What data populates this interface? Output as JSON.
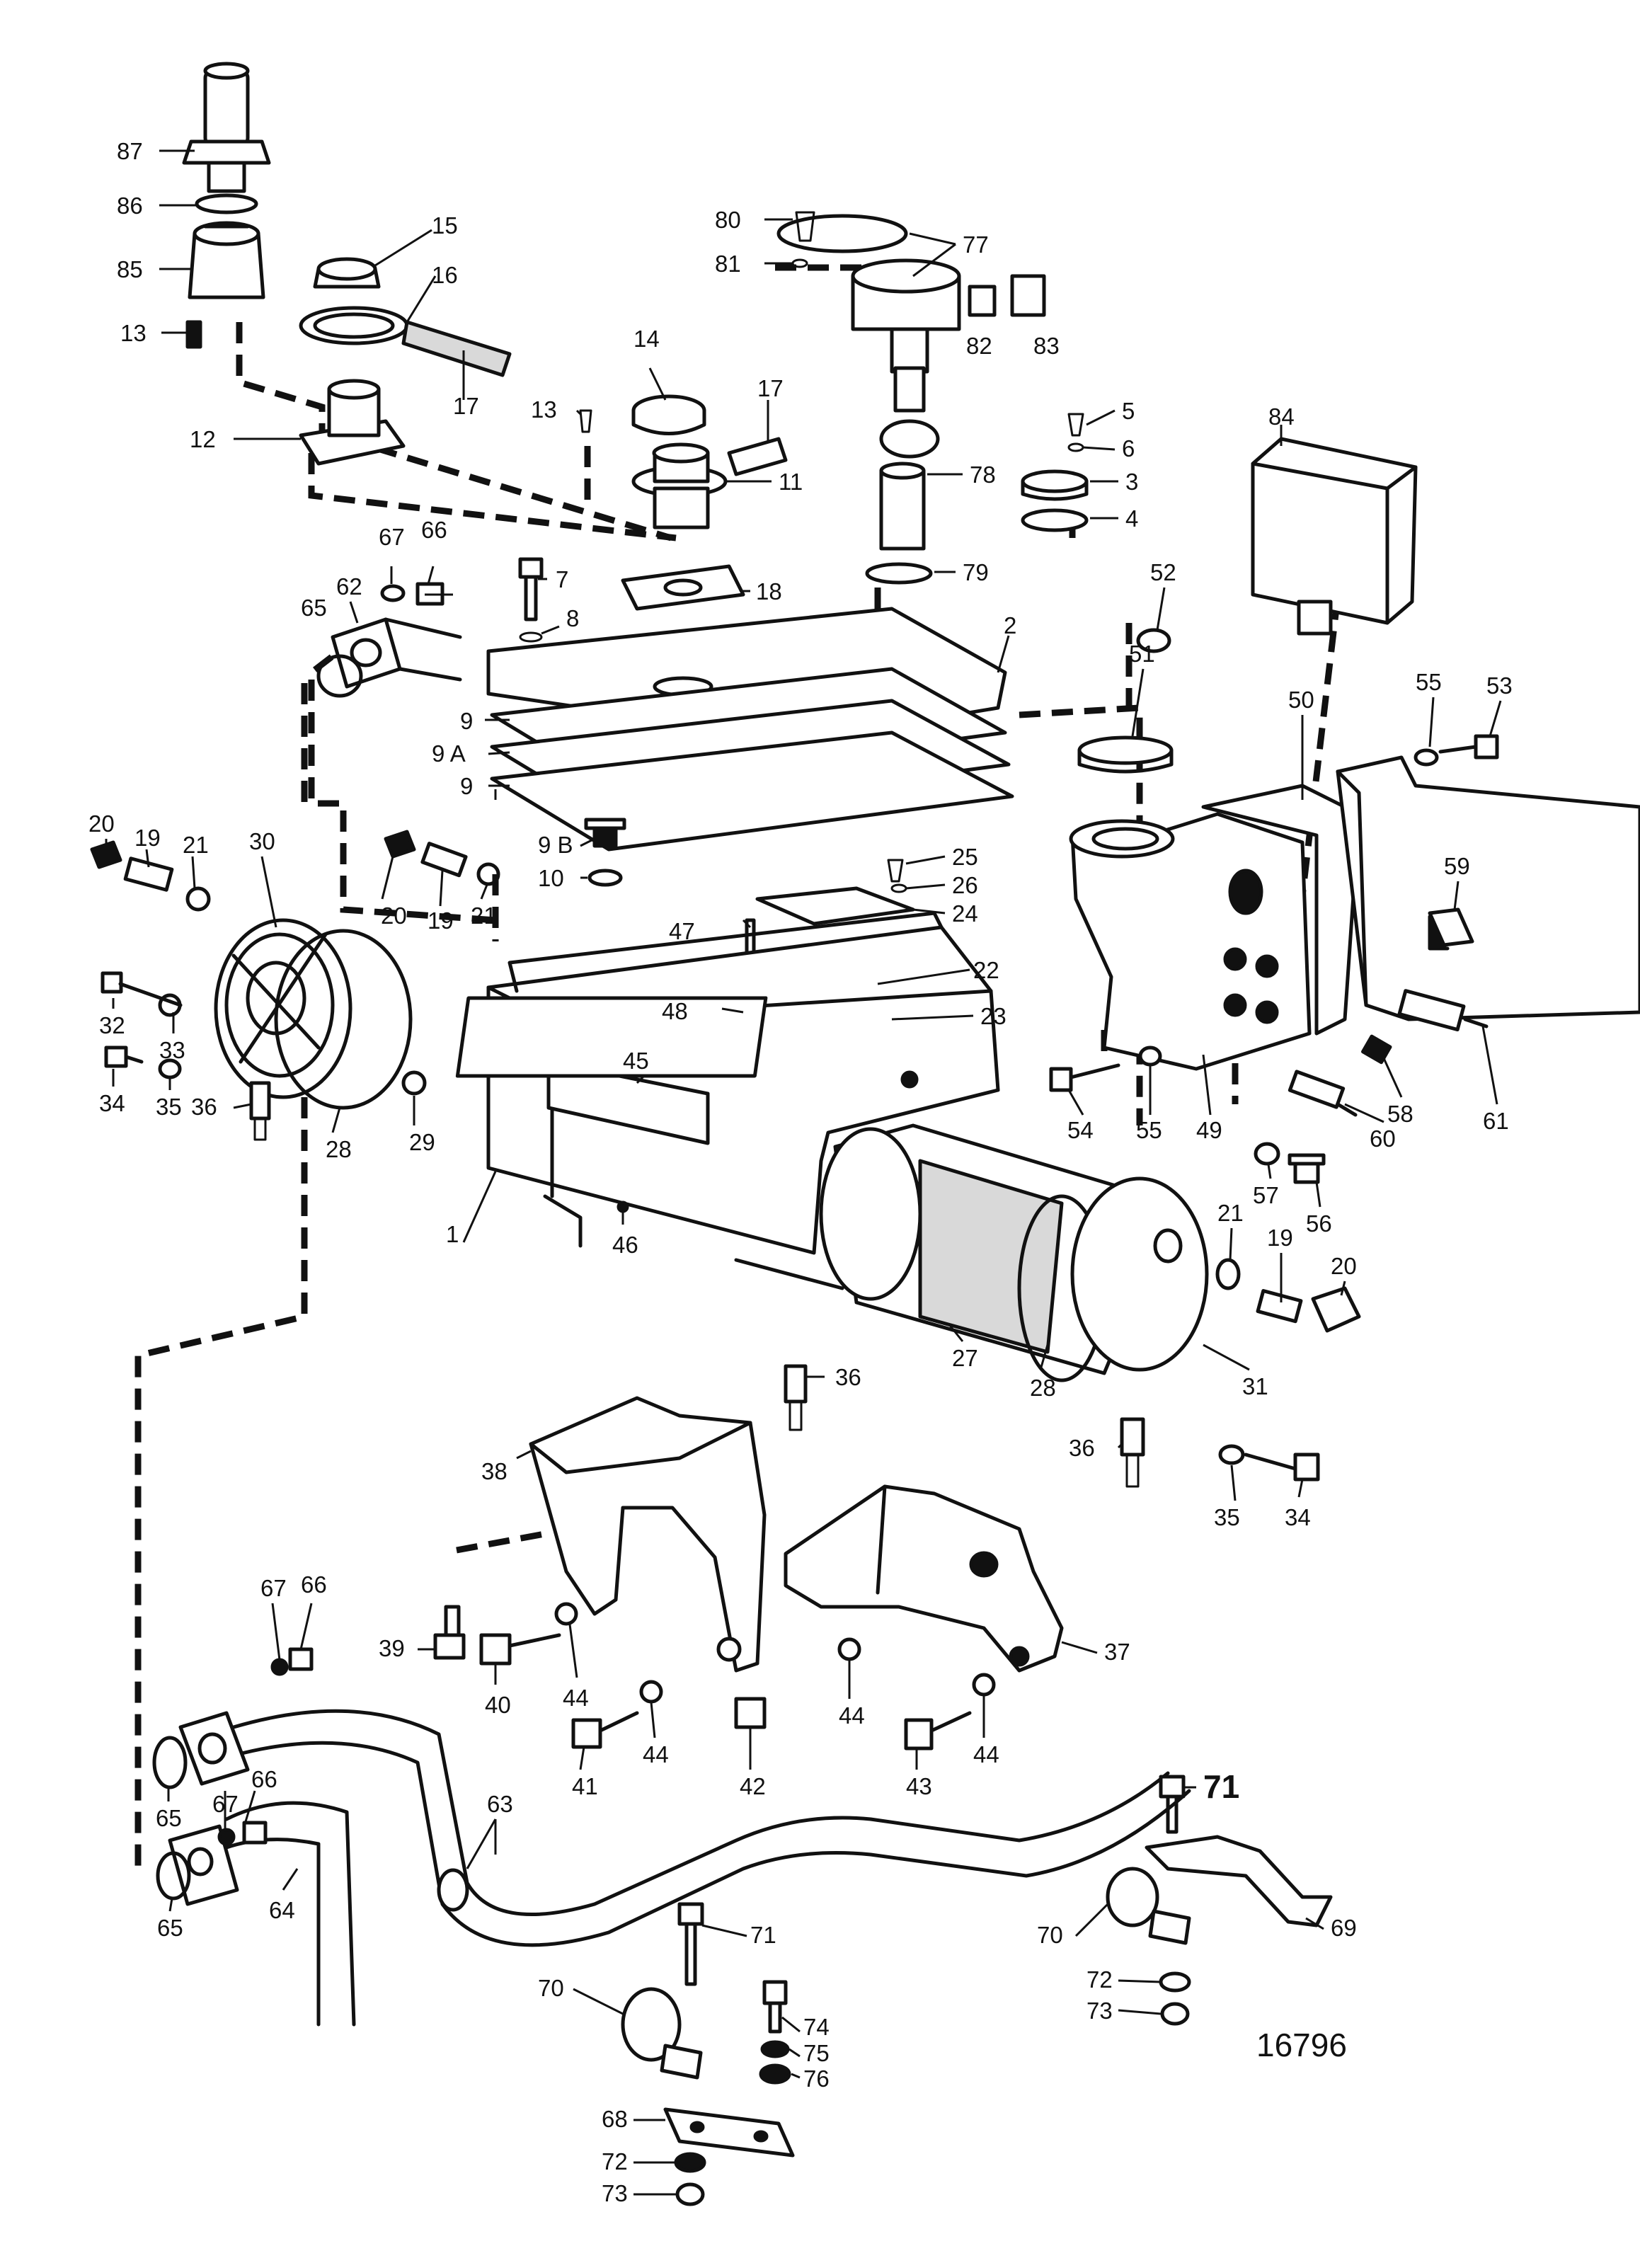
{
  "diagram_number": "16796",
  "callouts": {
    "c1": "1",
    "c2": "2",
    "c3": "3",
    "c4": "4",
    "c5": "5",
    "c6": "6",
    "c7": "7",
    "c8": "8",
    "c9": "9",
    "c9a": "9 A",
    "c9b": "9 B",
    "c10": "10",
    "c11": "11",
    "c12": "12",
    "c13": "13",
    "c14": "14",
    "c15": "15",
    "c16": "16",
    "c17": "17",
    "c18": "18",
    "c19": "19",
    "c20": "20",
    "c21": "21",
    "c22": "22",
    "c23": "23",
    "c24": "24",
    "c25": "25",
    "c26": "26",
    "c27": "27",
    "c28": "28",
    "c29": "29",
    "c30": "30",
    "c31": "31",
    "c32": "32",
    "c33": "33",
    "c34": "34",
    "c35": "35",
    "c36": "36",
    "c37": "37",
    "c38": "38",
    "c39": "39",
    "c40": "40",
    "c41": "41",
    "c42": "42",
    "c43": "43",
    "c44": "44",
    "c45": "45",
    "c46": "46",
    "c47": "47",
    "c48": "48",
    "c49": "49",
    "c50": "50",
    "c51": "51",
    "c52": "52",
    "c53": "53",
    "c54": "54",
    "c55": "55",
    "c56": "56",
    "c57": "57",
    "c58": "58",
    "c59": "59",
    "c60": "60",
    "c61": "61",
    "c62": "62",
    "c63": "63",
    "c64": "64",
    "c65": "65",
    "c66": "66",
    "c67": "67",
    "c68": "68",
    "c69": "69",
    "c70": "70",
    "c71": "71",
    "c72": "72",
    "c73": "73",
    "c74": "74",
    "c75": "75",
    "c76": "76",
    "c77": "77",
    "c78": "78",
    "c79": "79",
    "c80": "80",
    "c81": "81",
    "c82": "82",
    "c83": "83",
    "c84": "84",
    "c85": "85",
    "c86": "86",
    "c87": "87"
  }
}
